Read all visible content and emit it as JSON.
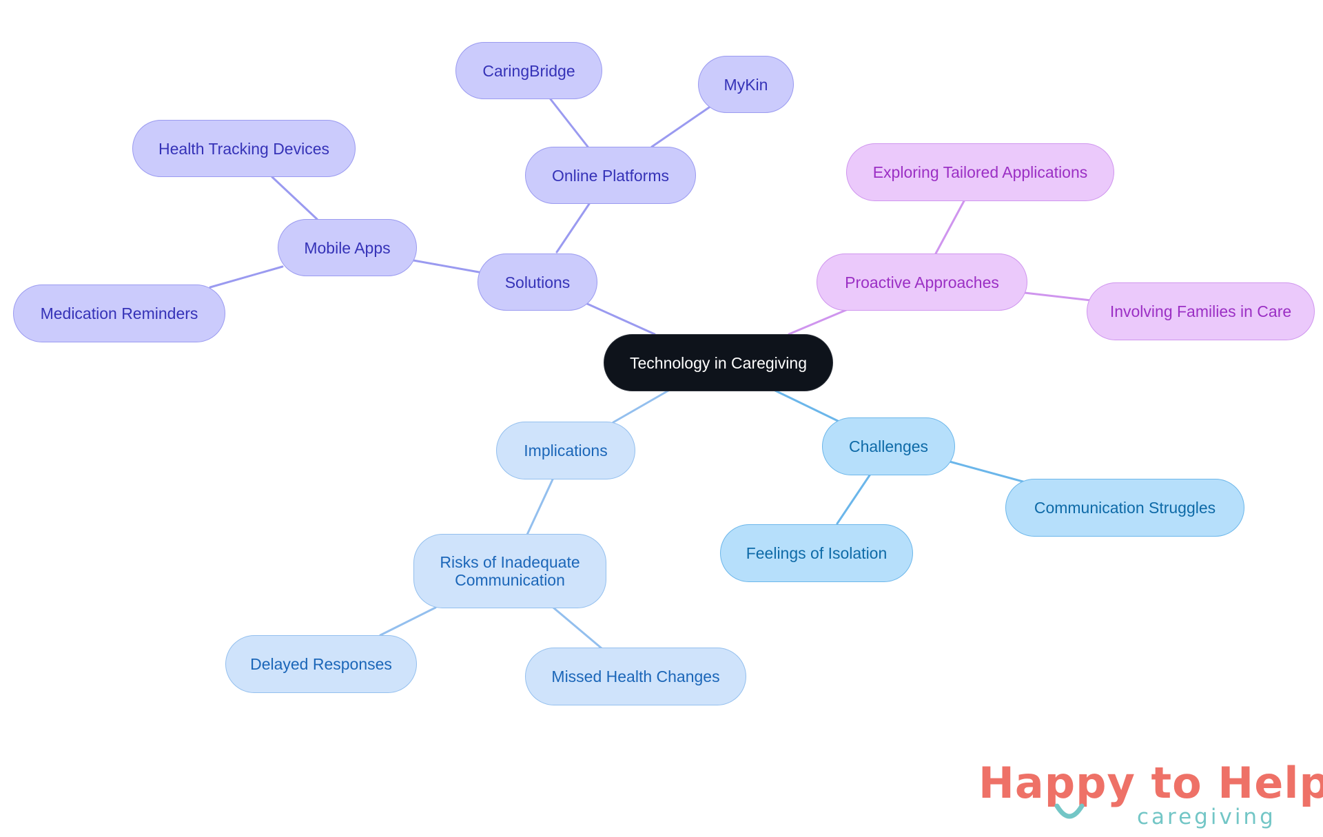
{
  "root": {
    "label": "Technology in Caregiving"
  },
  "branches": {
    "solutions": {
      "label": "Solutions",
      "color": "#9a9af0",
      "mobile_apps": {
        "label": "Mobile Apps",
        "children": [
          "Health Tracking Devices",
          "Medication Reminders"
        ]
      },
      "online_platforms": {
        "label": "Online Platforms",
        "children": [
          "CaringBridge",
          "MyKin"
        ]
      }
    },
    "proactive": {
      "label": "Proactive Approaches",
      "color": "#cf95ee",
      "children": [
        "Exploring Tailored Applications",
        "Involving Families in Care"
      ]
    },
    "challenges": {
      "label": "Challenges",
      "color": "#6bb6ea",
      "children": [
        "Communication Struggles",
        "Feelings of Isolation"
      ]
    },
    "implications": {
      "label": "Implications",
      "color": "#93bfee",
      "risks": {
        "label": "Risks of Inadequate Communication",
        "children": [
          "Delayed Responses",
          "Missed Health Changes"
        ]
      }
    }
  },
  "logo": {
    "name": "Happy to Help",
    "tagline": "caregiving",
    "name_color": "#ee7167",
    "accent_color": "#73c6c6"
  }
}
